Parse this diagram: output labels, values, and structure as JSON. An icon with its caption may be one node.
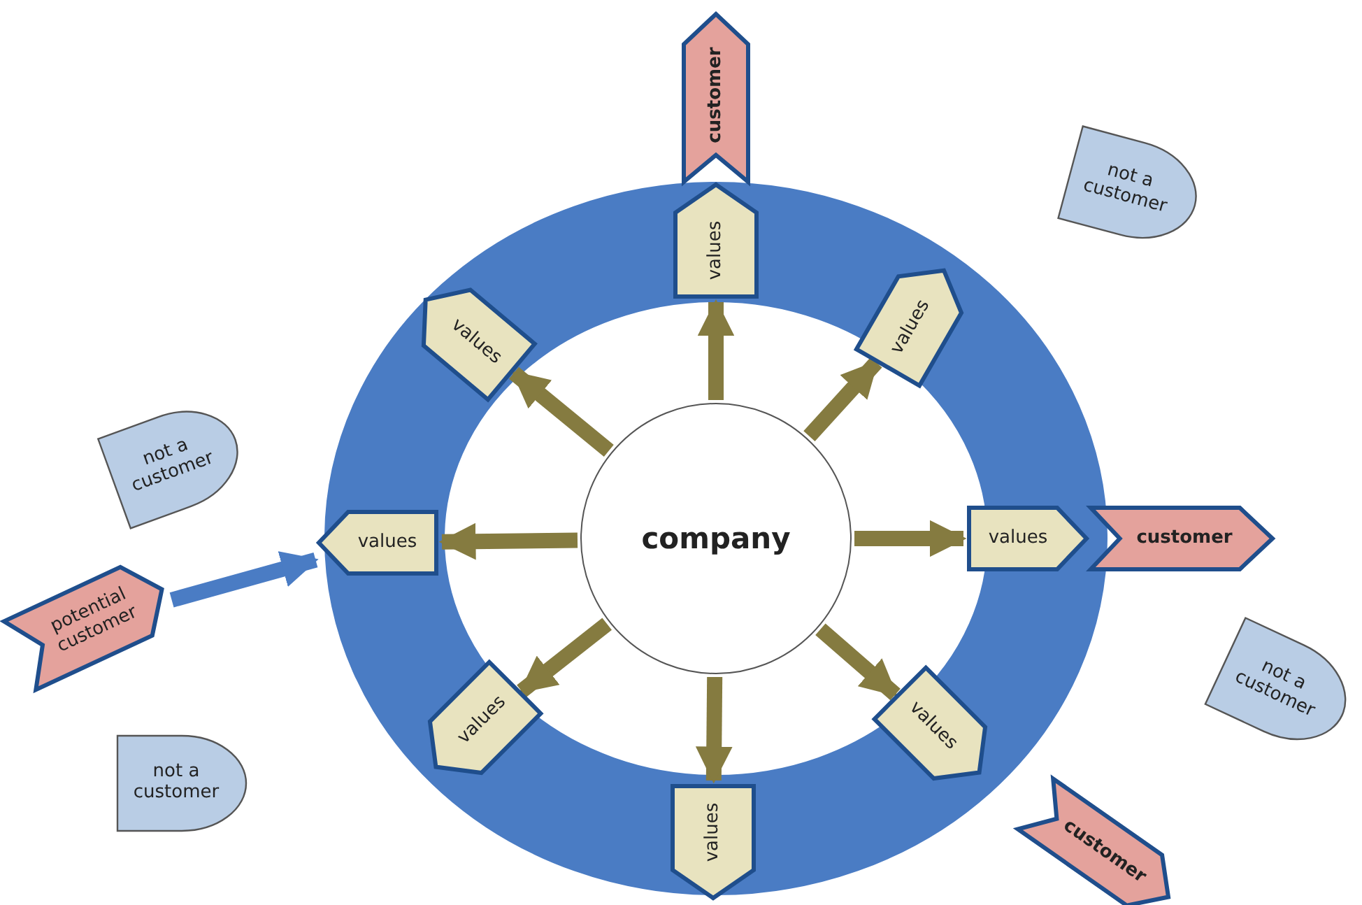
{
  "diagram": {
    "nodes": [
      {
        "text": [
          "company"
        ]
      },
      {
        "text": [
          "values"
        ]
      },
      {
        "text": [
          "values"
        ]
      },
      {
        "text": [
          "values"
        ]
      },
      {
        "text": [
          "values"
        ]
      },
      {
        "text": [
          "values"
        ]
      },
      {
        "text": [
          "values"
        ]
      },
      {
        "text": [
          "values"
        ]
      },
      {
        "text": [
          "values"
        ]
      },
      {
        "text": [
          "customer"
        ]
      },
      {
        "text": [
          "customer"
        ]
      },
      {
        "text": [
          "customer"
        ]
      },
      {
        "text": [
          "not a customer"
        ]
      },
      {
        "text": [
          "not a customer"
        ]
      },
      {
        "text": [
          "not a customer"
        ]
      },
      {
        "text": [
          "not a customer"
        ]
      },
      {
        "text": [
          "potential customer"
        ]
      }
    ],
    "edges": [
      {
        "from": 0,
        "to": 1,
        "arrow": "to"
      },
      {
        "from": 0,
        "to": 2,
        "arrow": "to"
      },
      {
        "from": 0,
        "to": 3,
        "arrow": "to"
      },
      {
        "from": 0,
        "to": 4,
        "arrow": "to"
      },
      {
        "from": 0,
        "to": 5,
        "arrow": "to"
      },
      {
        "from": 0,
        "to": 6,
        "arrow": "to"
      },
      {
        "from": 0,
        "to": 7,
        "arrow": "to"
      },
      {
        "from": 0,
        "to": 8,
        "arrow": "to"
      },
      {
        "from": 16,
        "to": 7,
        "arrow": "to",
        "color": "#4a7cc4"
      }
    ]
  }
}
